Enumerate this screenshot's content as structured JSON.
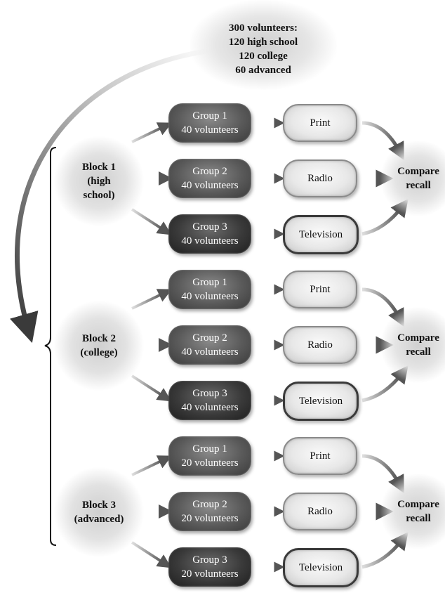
{
  "top": {
    "lines": [
      "300 volunteers:",
      "120 high school",
      "120 college",
      "60 advanced"
    ]
  },
  "blocks": [
    {
      "label_lines": [
        "Block 1",
        "(high",
        "school)"
      ],
      "groups": [
        {
          "name": "Group 1",
          "count": "40 volunteers",
          "medium": "Print"
        },
        {
          "name": "Group 2",
          "count": "40 volunteers",
          "medium": "Radio"
        },
        {
          "name": "Group 3",
          "count": "40 volunteers",
          "medium": "Television"
        }
      ],
      "compare_lines": [
        "Compare",
        "recall"
      ]
    },
    {
      "label_lines": [
        "Block 2",
        "(college)"
      ],
      "groups": [
        {
          "name": "Group 1",
          "count": "40 volunteers",
          "medium": "Print"
        },
        {
          "name": "Group 2",
          "count": "40 volunteers",
          "medium": "Radio"
        },
        {
          "name": "Group 3",
          "count": "40 volunteers",
          "medium": "Television"
        }
      ],
      "compare_lines": [
        "Compare",
        "recall"
      ]
    },
    {
      "label_lines": [
        "Block 3",
        "(advanced)"
      ],
      "groups": [
        {
          "name": "Group 1",
          "count": "20 volunteers",
          "medium": "Print"
        },
        {
          "name": "Group 2",
          "count": "20 volunteers",
          "medium": "Radio"
        },
        {
          "name": "Group 3",
          "count": "20 volunteers",
          "medium": "Television"
        }
      ],
      "compare_lines": [
        "Compare",
        "recall"
      ]
    }
  ]
}
